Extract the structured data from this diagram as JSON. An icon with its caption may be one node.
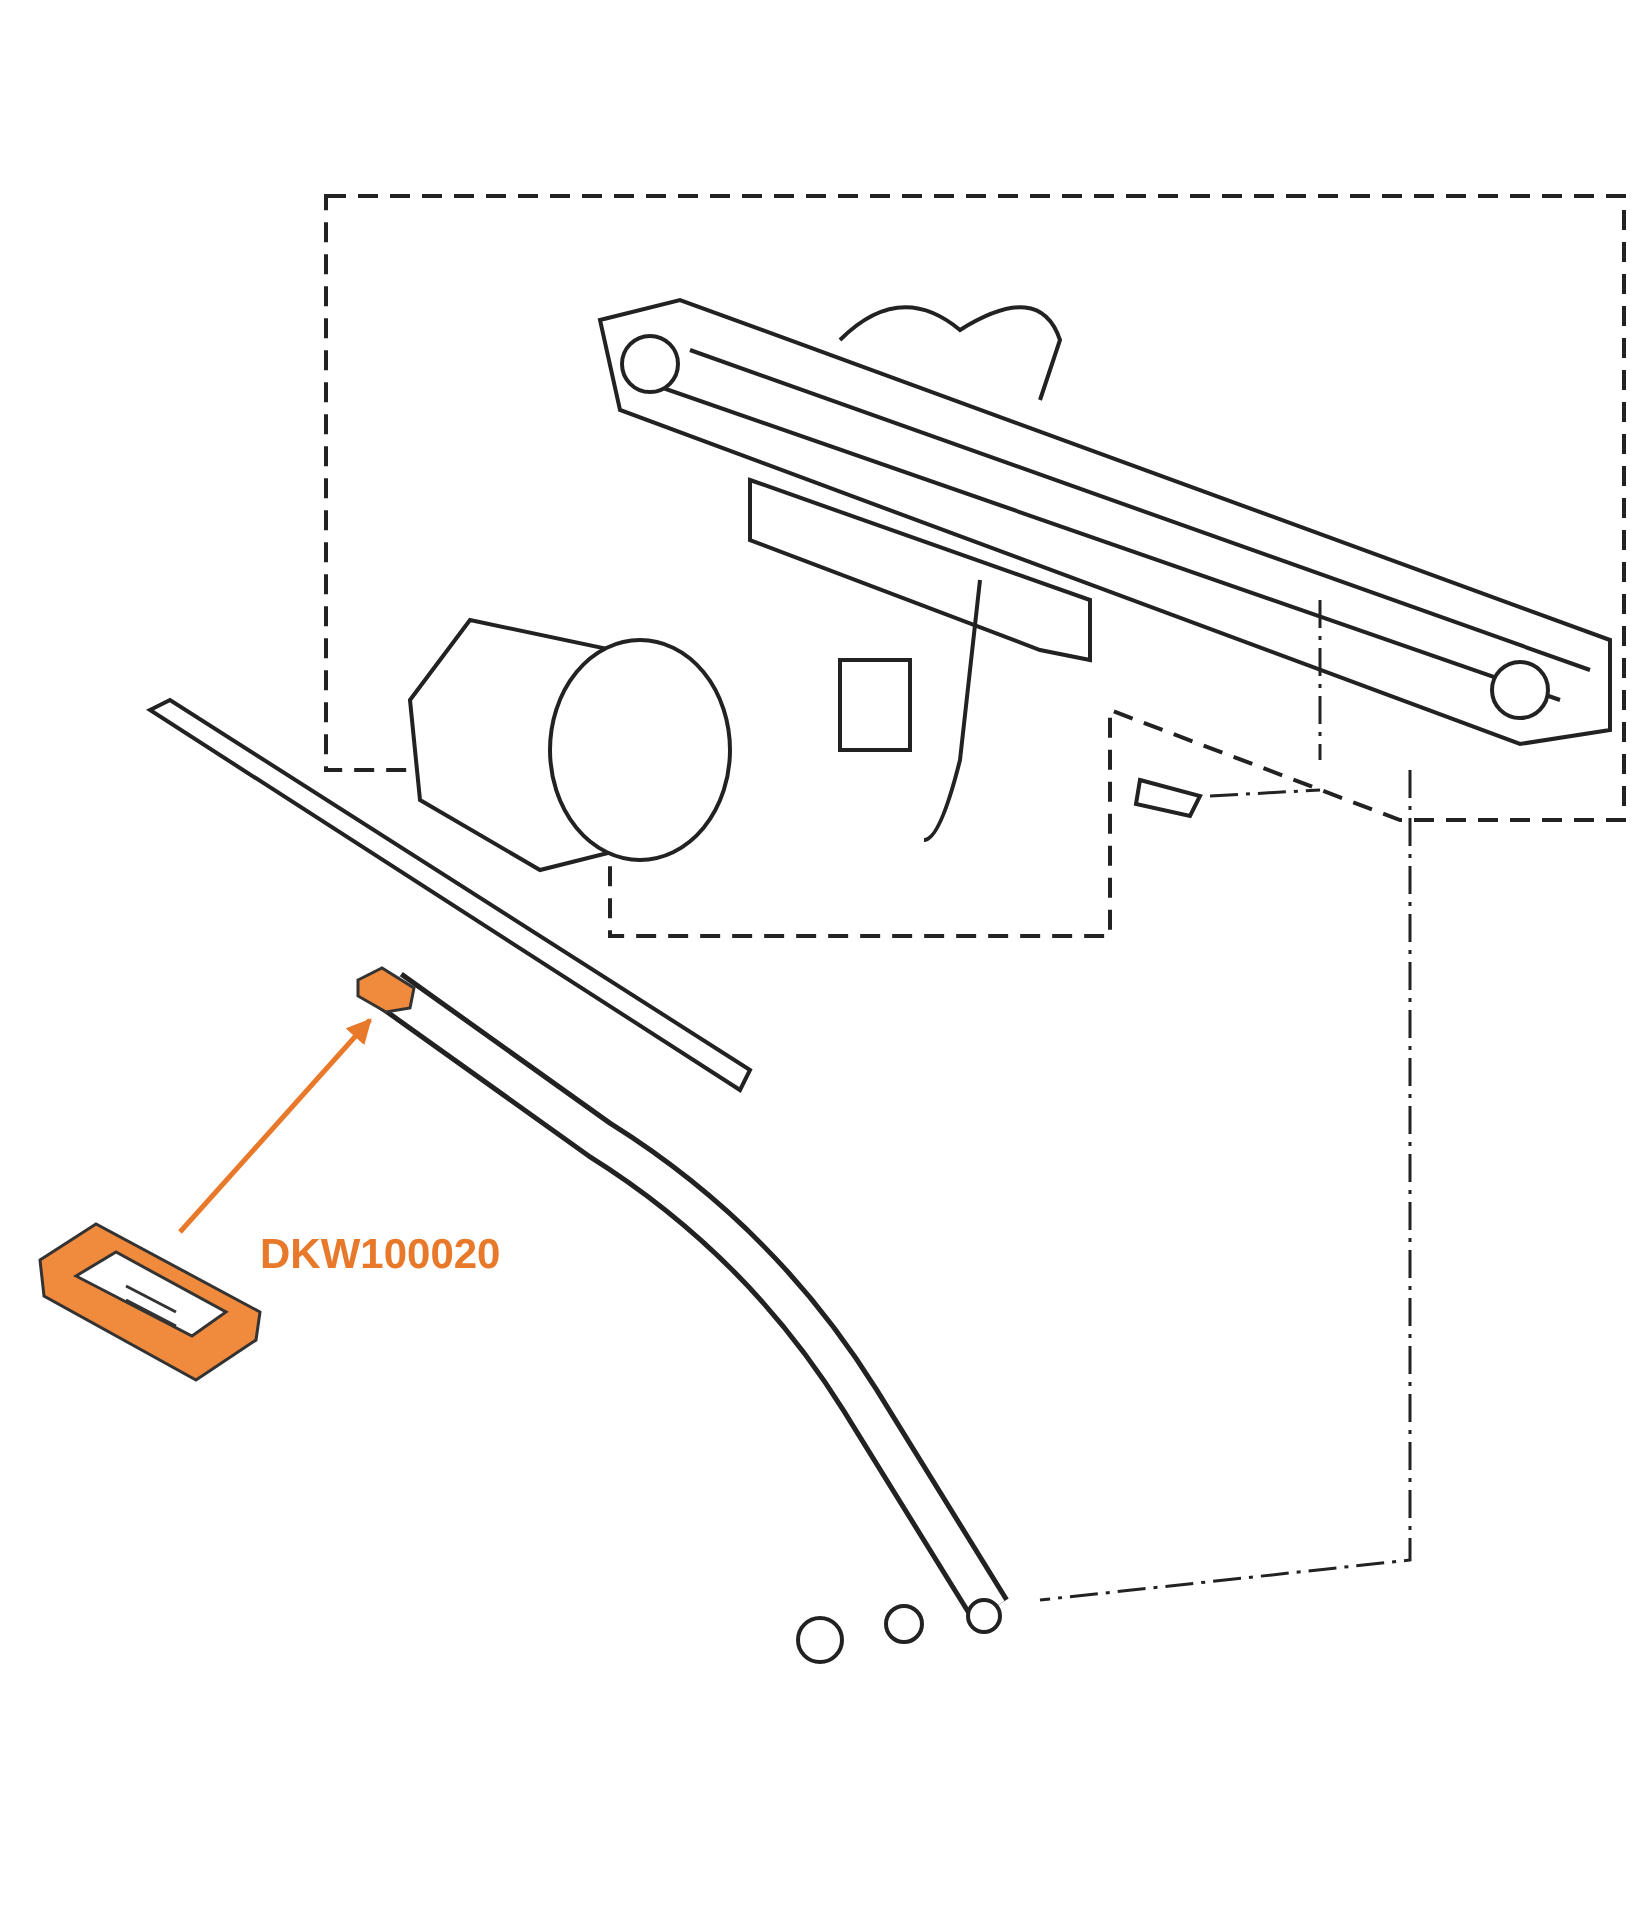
{
  "diagram": {
    "nodes": [
      {
        "text": [],
        "shape": "picture"
      },
      {
        "text": [],
        "shape": "picture"
      }
    ],
    "edges": [
      {
        "from": 0,
        "to": 1,
        "arrow": "to",
        "color": "#e8782a"
      }
    ],
    "labels": [
      "DKW100020"
    ]
  }
}
